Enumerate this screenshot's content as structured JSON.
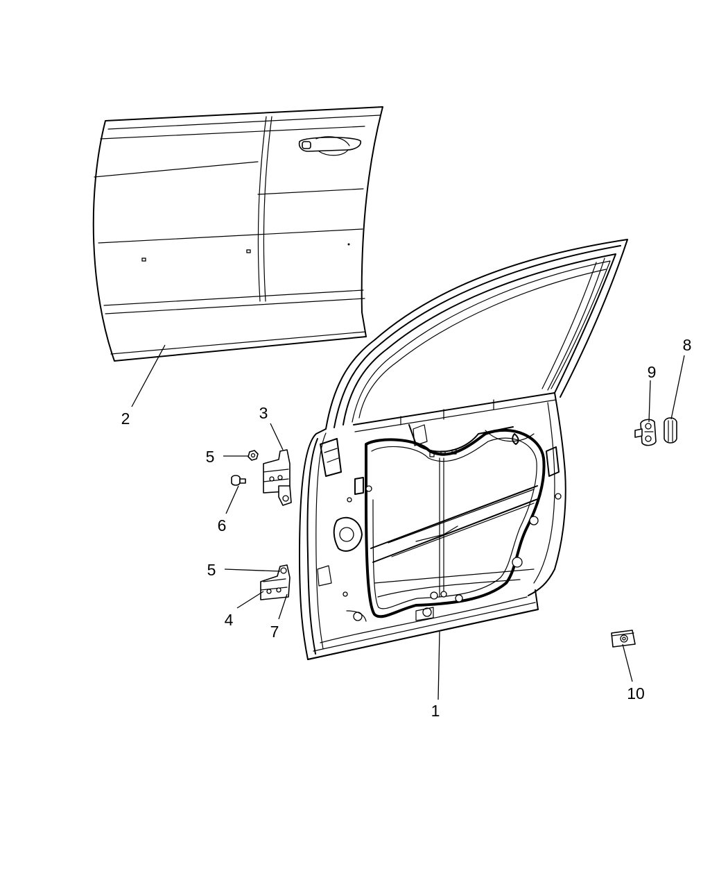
{
  "callouts": [
    {
      "id": "c1",
      "text": "1"
    },
    {
      "id": "c2",
      "text": "2"
    },
    {
      "id": "c3",
      "text": "3"
    },
    {
      "id": "c4",
      "text": "4"
    },
    {
      "id": "c5a",
      "text": "5"
    },
    {
      "id": "c5b",
      "text": "5"
    },
    {
      "id": "c6",
      "text": "6"
    },
    {
      "id": "c7",
      "text": "7"
    },
    {
      "id": "c8",
      "text": "8"
    },
    {
      "id": "c9",
      "text": "9"
    },
    {
      "id": "c10",
      "text": "10"
    }
  ]
}
